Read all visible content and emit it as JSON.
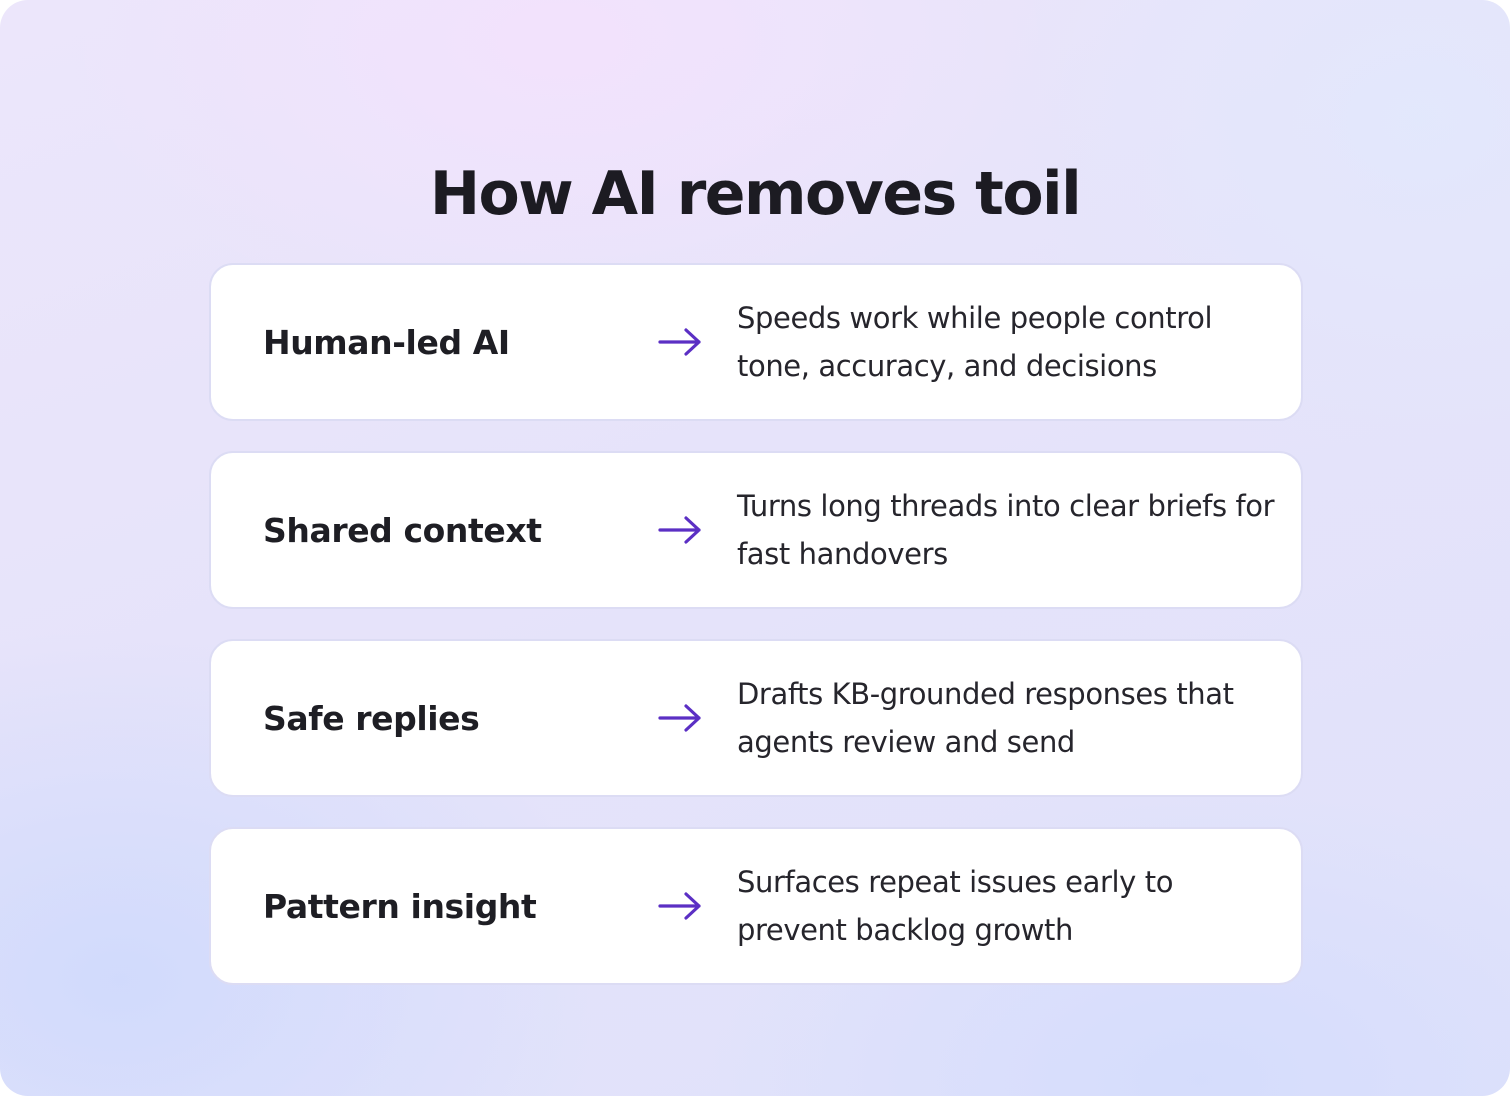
{
  "title": "How AI removes toil",
  "colors": {
    "accent": "#5b2fc4",
    "card_border": "#dcdcf4",
    "text": "#1e1e24"
  },
  "rows": [
    {
      "label": "Human-led AI",
      "icon": "arrow-right-icon",
      "description": "Speeds work while people control tone, accuracy, and decisions"
    },
    {
      "label": "Shared context",
      "icon": "arrow-right-icon",
      "description": "Turns long threads into clear briefs for fast handovers"
    },
    {
      "label": "Safe replies",
      "icon": "arrow-right-icon",
      "description": "Drafts KB-grounded responses that agents review and send"
    },
    {
      "label": "Pattern insight",
      "icon": "arrow-right-icon",
      "description": "Surfaces repeat issues early to prevent backlog growth"
    }
  ]
}
